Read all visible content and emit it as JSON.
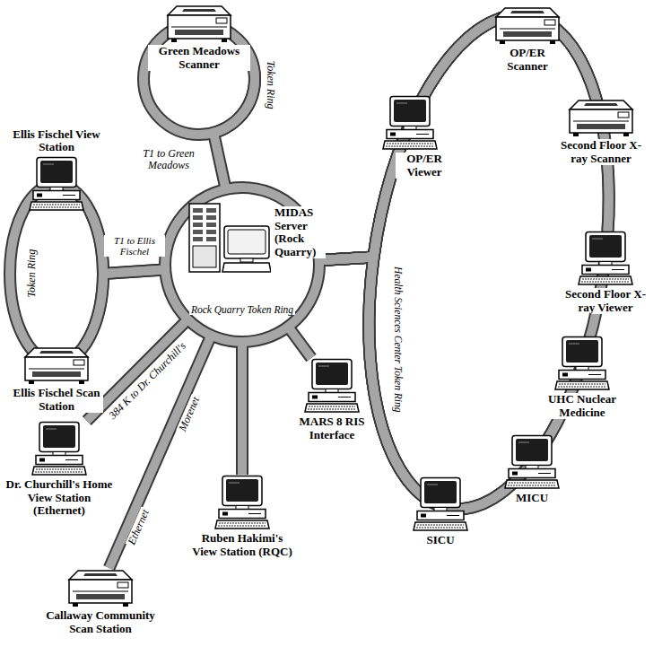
{
  "diagram": {
    "nodes": [
      {
        "text": [
          "Green Meadows Scanner"
        ]
      },
      {
        "text": [
          "Ellis Fischel View Station"
        ]
      },
      {
        "text": [
          "Ellis Fischel Scan Station"
        ]
      },
      {
        "text": [
          "Rock Quarry Token Ring"
        ]
      },
      {
        "text": [
          "MIDAS Server (Rock Quarry)"
        ],
        "in": 3
      },
      {
        "text": [
          "OP/ER Scanner"
        ]
      },
      {
        "text": [
          "OP/ER Viewer"
        ]
      },
      {
        "text": [
          "Second Floor X-ray Scanner"
        ]
      },
      {
        "text": [
          "Second Floor X-ray Viewer"
        ]
      },
      {
        "text": [
          "UHC Nuclear Medicine"
        ]
      },
      {
        "text": [
          "MICU"
        ]
      },
      {
        "text": [
          "SICU"
        ]
      },
      {
        "text": [
          "MARS 8 RIS Interface"
        ]
      },
      {
        "text": [
          "Dr. Churchill's Home View Station (Ethernet)"
        ]
      },
      {
        "text": [
          "Ruben Hakimi's View Station (RQC)"
        ]
      },
      {
        "text": [
          "Callaway Community Scan Station"
        ]
      }
    ],
    "edges": [
      {
        "from": 3,
        "to": 0,
        "arrow": "none",
        "label": "T1 to Green Meadows"
      },
      {
        "from": 3,
        "to": 1,
        "arrow": "none",
        "label": "T1 to Ellis Fischel"
      },
      {
        "from": 3,
        "to": 2,
        "arrow": "none"
      },
      {
        "from": 3,
        "to": 5,
        "arrow": "none"
      },
      {
        "from": 3,
        "to": 6,
        "arrow": "none"
      },
      {
        "from": 3,
        "to": 7,
        "arrow": "none"
      },
      {
        "from": 3,
        "to": 8,
        "arrow": "none"
      },
      {
        "from": 3,
        "to": 9,
        "arrow": "none"
      },
      {
        "from": 3,
        "to": 10,
        "arrow": "none"
      },
      {
        "from": 3,
        "to": 11,
        "arrow": "none"
      },
      {
        "from": 3,
        "to": 12,
        "arrow": "none"
      },
      {
        "from": 3,
        "to": 13,
        "arrow": "none",
        "label": "384 K to Dr. Churchill's"
      },
      {
        "from": 3,
        "to": 14,
        "arrow": "none"
      },
      {
        "from": 3,
        "to": 15,
        "arrow": "none",
        "label": "Morenet"
      }
    ],
    "labels": [
      "Token Ring",
      "Token Ring",
      "Health Sciences Center Token Ring",
      "Ethernet"
    ]
  }
}
